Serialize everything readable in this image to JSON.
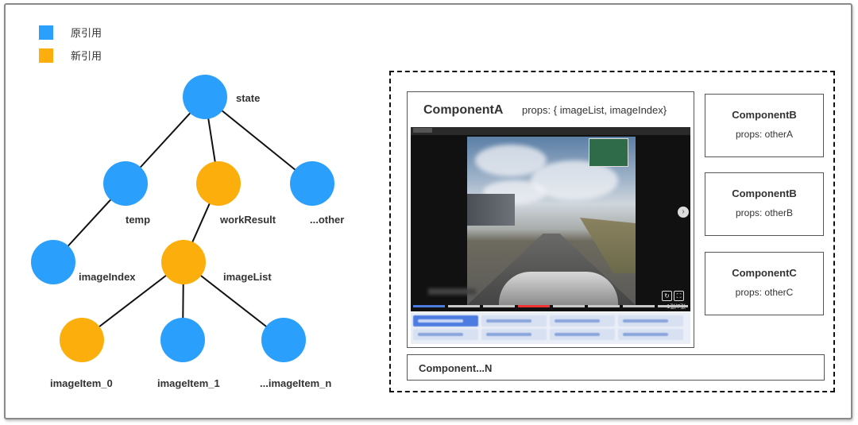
{
  "legend": [
    {
      "label": "原引用",
      "color": "#2b9ffc"
    },
    {
      "label": "新引用",
      "color": "#fbae0c"
    }
  ],
  "tree": {
    "nodes": [
      {
        "id": "state",
        "label": "state",
        "color": "#2b9ffc"
      },
      {
        "id": "temp",
        "label": "temp",
        "color": "#2b9ffc"
      },
      {
        "id": "workResult",
        "label": "workResult",
        "color": "#fbae0c"
      },
      {
        "id": "other",
        "label": "...other",
        "color": "#2b9ffc"
      },
      {
        "id": "imageIndex",
        "label": "imageIndex",
        "color": "#2b9ffc"
      },
      {
        "id": "imageList",
        "label": "imageList",
        "color": "#fbae0c"
      },
      {
        "id": "imageItem_0",
        "label": "imageItem_0",
        "color": "#fbae0c"
      },
      {
        "id": "imageItem_1",
        "label": "imageItem_1",
        "color": "#2b9ffc"
      },
      {
        "id": "imageItem_n",
        "label": "...imageItem_n",
        "color": "#2b9ffc"
      }
    ],
    "edges": [
      [
        "state",
        "temp"
      ],
      [
        "state",
        "workResult"
      ],
      [
        "state",
        "other"
      ],
      [
        "temp",
        "imageIndex"
      ],
      [
        "workResult",
        "imageList"
      ],
      [
        "imageList",
        "imageItem_0"
      ],
      [
        "imageList",
        "imageItem_1"
      ],
      [
        "imageList",
        "imageItem_n"
      ]
    ]
  },
  "components": {
    "a": {
      "title": "ComponentA",
      "props": "props: { imageList, imageIndex}"
    },
    "b1": {
      "title": "ComponentB",
      "props": "props: otherA"
    },
    "b2": {
      "title": "ComponentB",
      "props": "props: otherB"
    },
    "c": {
      "title": "ComponentC",
      "props": "props: otherC"
    },
    "n": {
      "title": "Component...N"
    }
  },
  "viewer": {
    "counter": "1张/7张"
  }
}
